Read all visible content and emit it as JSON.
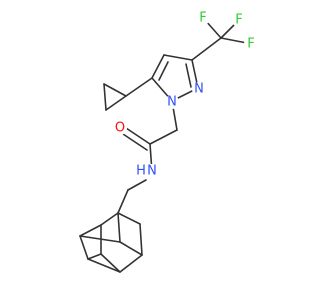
{
  "colors": {
    "bond": "#333333",
    "carbon": "#333333",
    "nitrogen": "#3050F8",
    "oxygen": "#FF0D0D",
    "fluorine": "#33CC33",
    "background": "#ffffff"
  },
  "atoms": {
    "f1": "F",
    "f2": "F",
    "f3": "F",
    "n_pyrazole_2": "N",
    "n_pyrazole_1": "N",
    "o_carbonyl": "O",
    "n_amide": "N",
    "h_amide": "H"
  }
}
